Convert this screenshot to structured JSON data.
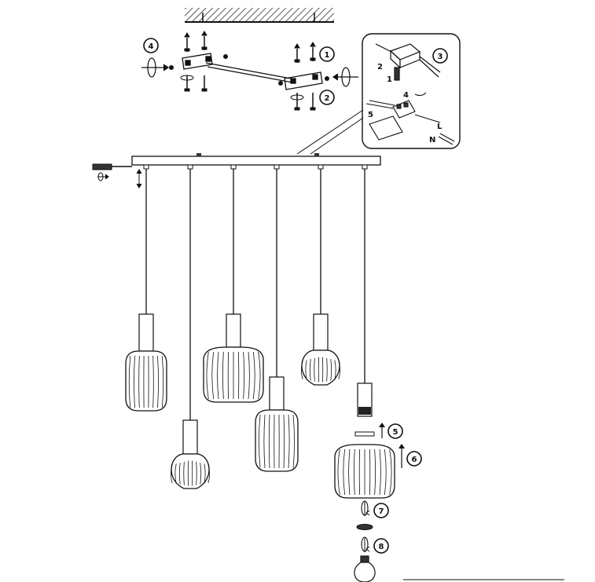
{
  "diagram": {
    "steps": [
      "1",
      "2",
      "3",
      "4",
      "5",
      "6",
      "7",
      "8"
    ],
    "detail_labels": {
      "label_1": "1",
      "label_2": "2",
      "label_4": "4",
      "label_5": "5",
      "label_L": "L",
      "label_N": "N"
    },
    "colors": {
      "line": "#111111",
      "fill_dark": "#333333",
      "background": "#ffffff"
    }
  }
}
